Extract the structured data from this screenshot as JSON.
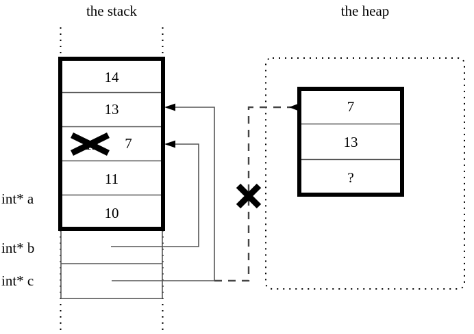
{
  "diagram": {
    "title_stack": "the stack",
    "title_heap": "the heap"
  },
  "stack": {
    "region_label": "the stack",
    "frame_cells": [
      {
        "value": "14"
      },
      {
        "value": "13"
      },
      {
        "value": "12",
        "struck": true,
        "new_value": "7"
      },
      {
        "value": "11"
      },
      {
        "value": "10"
      }
    ],
    "pointer_rows": [
      {
        "label": "int* a",
        "value": ""
      },
      {
        "label": "int* b",
        "value": ""
      },
      {
        "label": "int* c",
        "value": ""
      }
    ],
    "labels": {
      "a": "int* a",
      "b": "int* b",
      "c": "int* c"
    }
  },
  "heap": {
    "region_label": "the heap",
    "cells": [
      {
        "value": "7"
      },
      {
        "value": "13"
      },
      {
        "value": "?"
      }
    ]
  },
  "annotations": {
    "struck_value": "12",
    "replacement_value": "7",
    "invalid_pointer_mark": "X",
    "struck_cell_mark": "X"
  },
  "colors": {
    "ink": "#000000",
    "background": "#ffffff",
    "thin_line": "#555555"
  }
}
